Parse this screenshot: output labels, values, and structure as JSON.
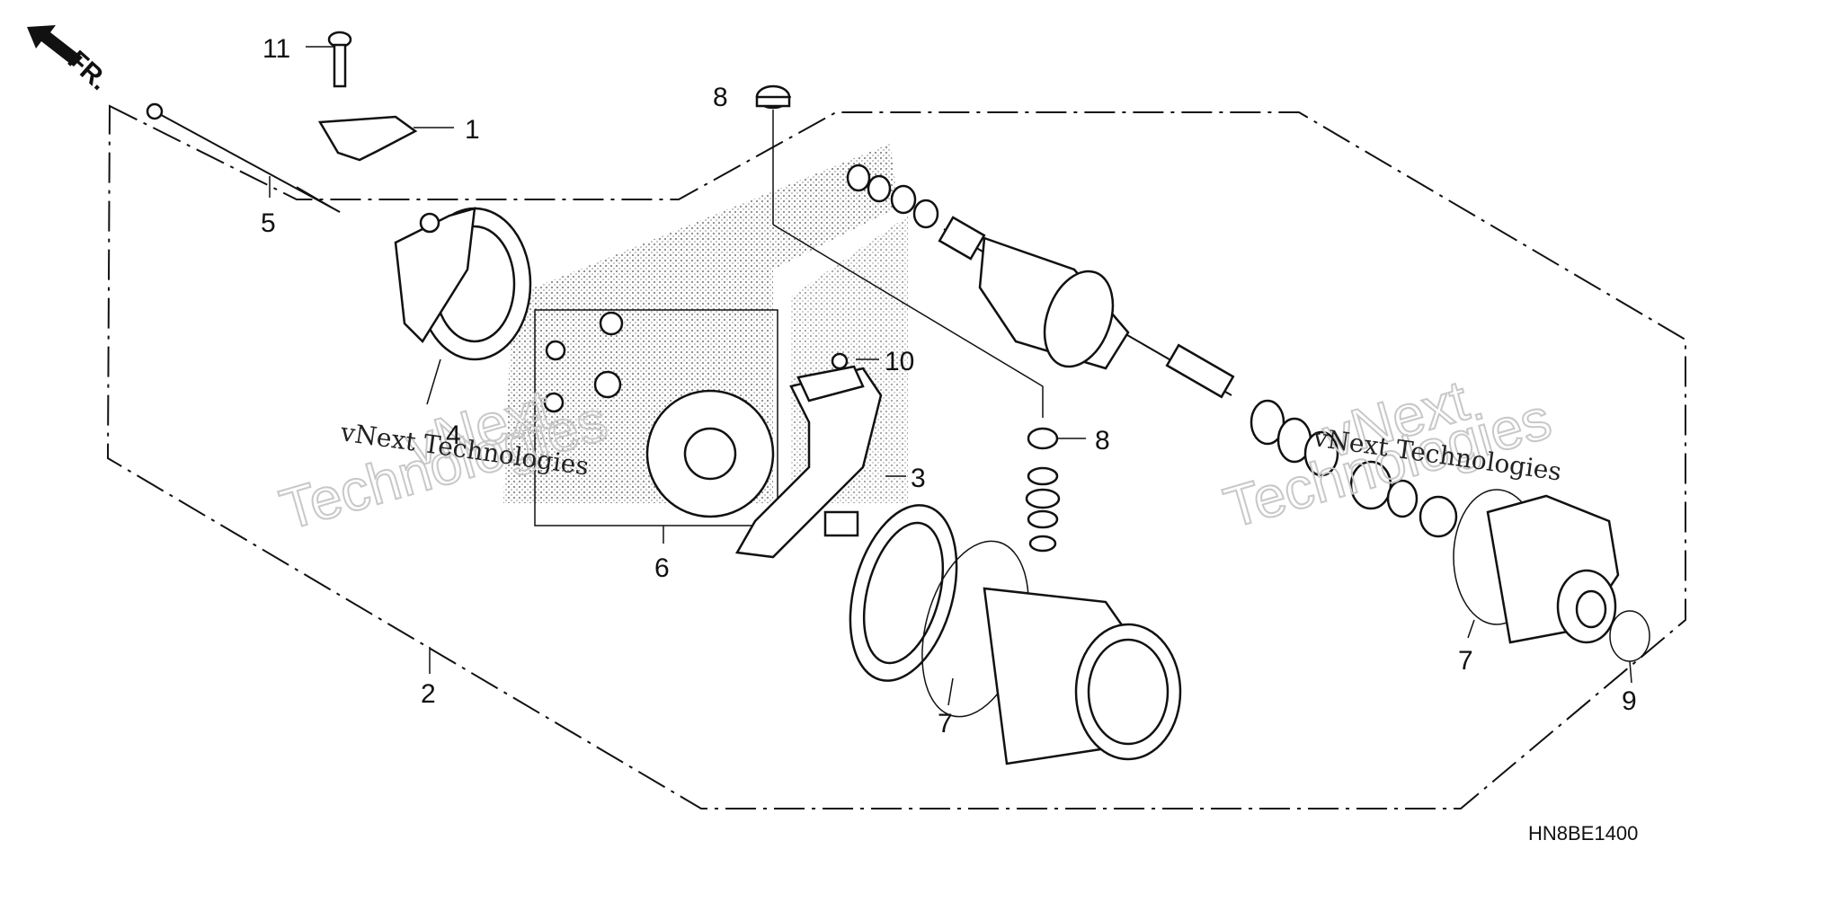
{
  "direction_arrow": {
    "label": "FR."
  },
  "callouts": [
    {
      "id": "c1",
      "text": "1"
    },
    {
      "id": "c2",
      "text": "2"
    },
    {
      "id": "c3",
      "text": "3"
    },
    {
      "id": "c4",
      "text": "4"
    },
    {
      "id": "c5",
      "text": "5"
    },
    {
      "id": "c6",
      "text": "6"
    },
    {
      "id": "c7a",
      "text": "7"
    },
    {
      "id": "c7b",
      "text": "7"
    },
    {
      "id": "c8a",
      "text": "8"
    },
    {
      "id": "c8b",
      "text": "8"
    },
    {
      "id": "c9",
      "text": "9"
    },
    {
      "id": "c10",
      "text": "10"
    },
    {
      "id": "c11",
      "text": "11"
    }
  ],
  "diagram_code": "HN8BE1400",
  "watermarks": {
    "small": "vNext Technologies",
    "big_line1": "vNext",
    "big_line2": "Technologies"
  }
}
